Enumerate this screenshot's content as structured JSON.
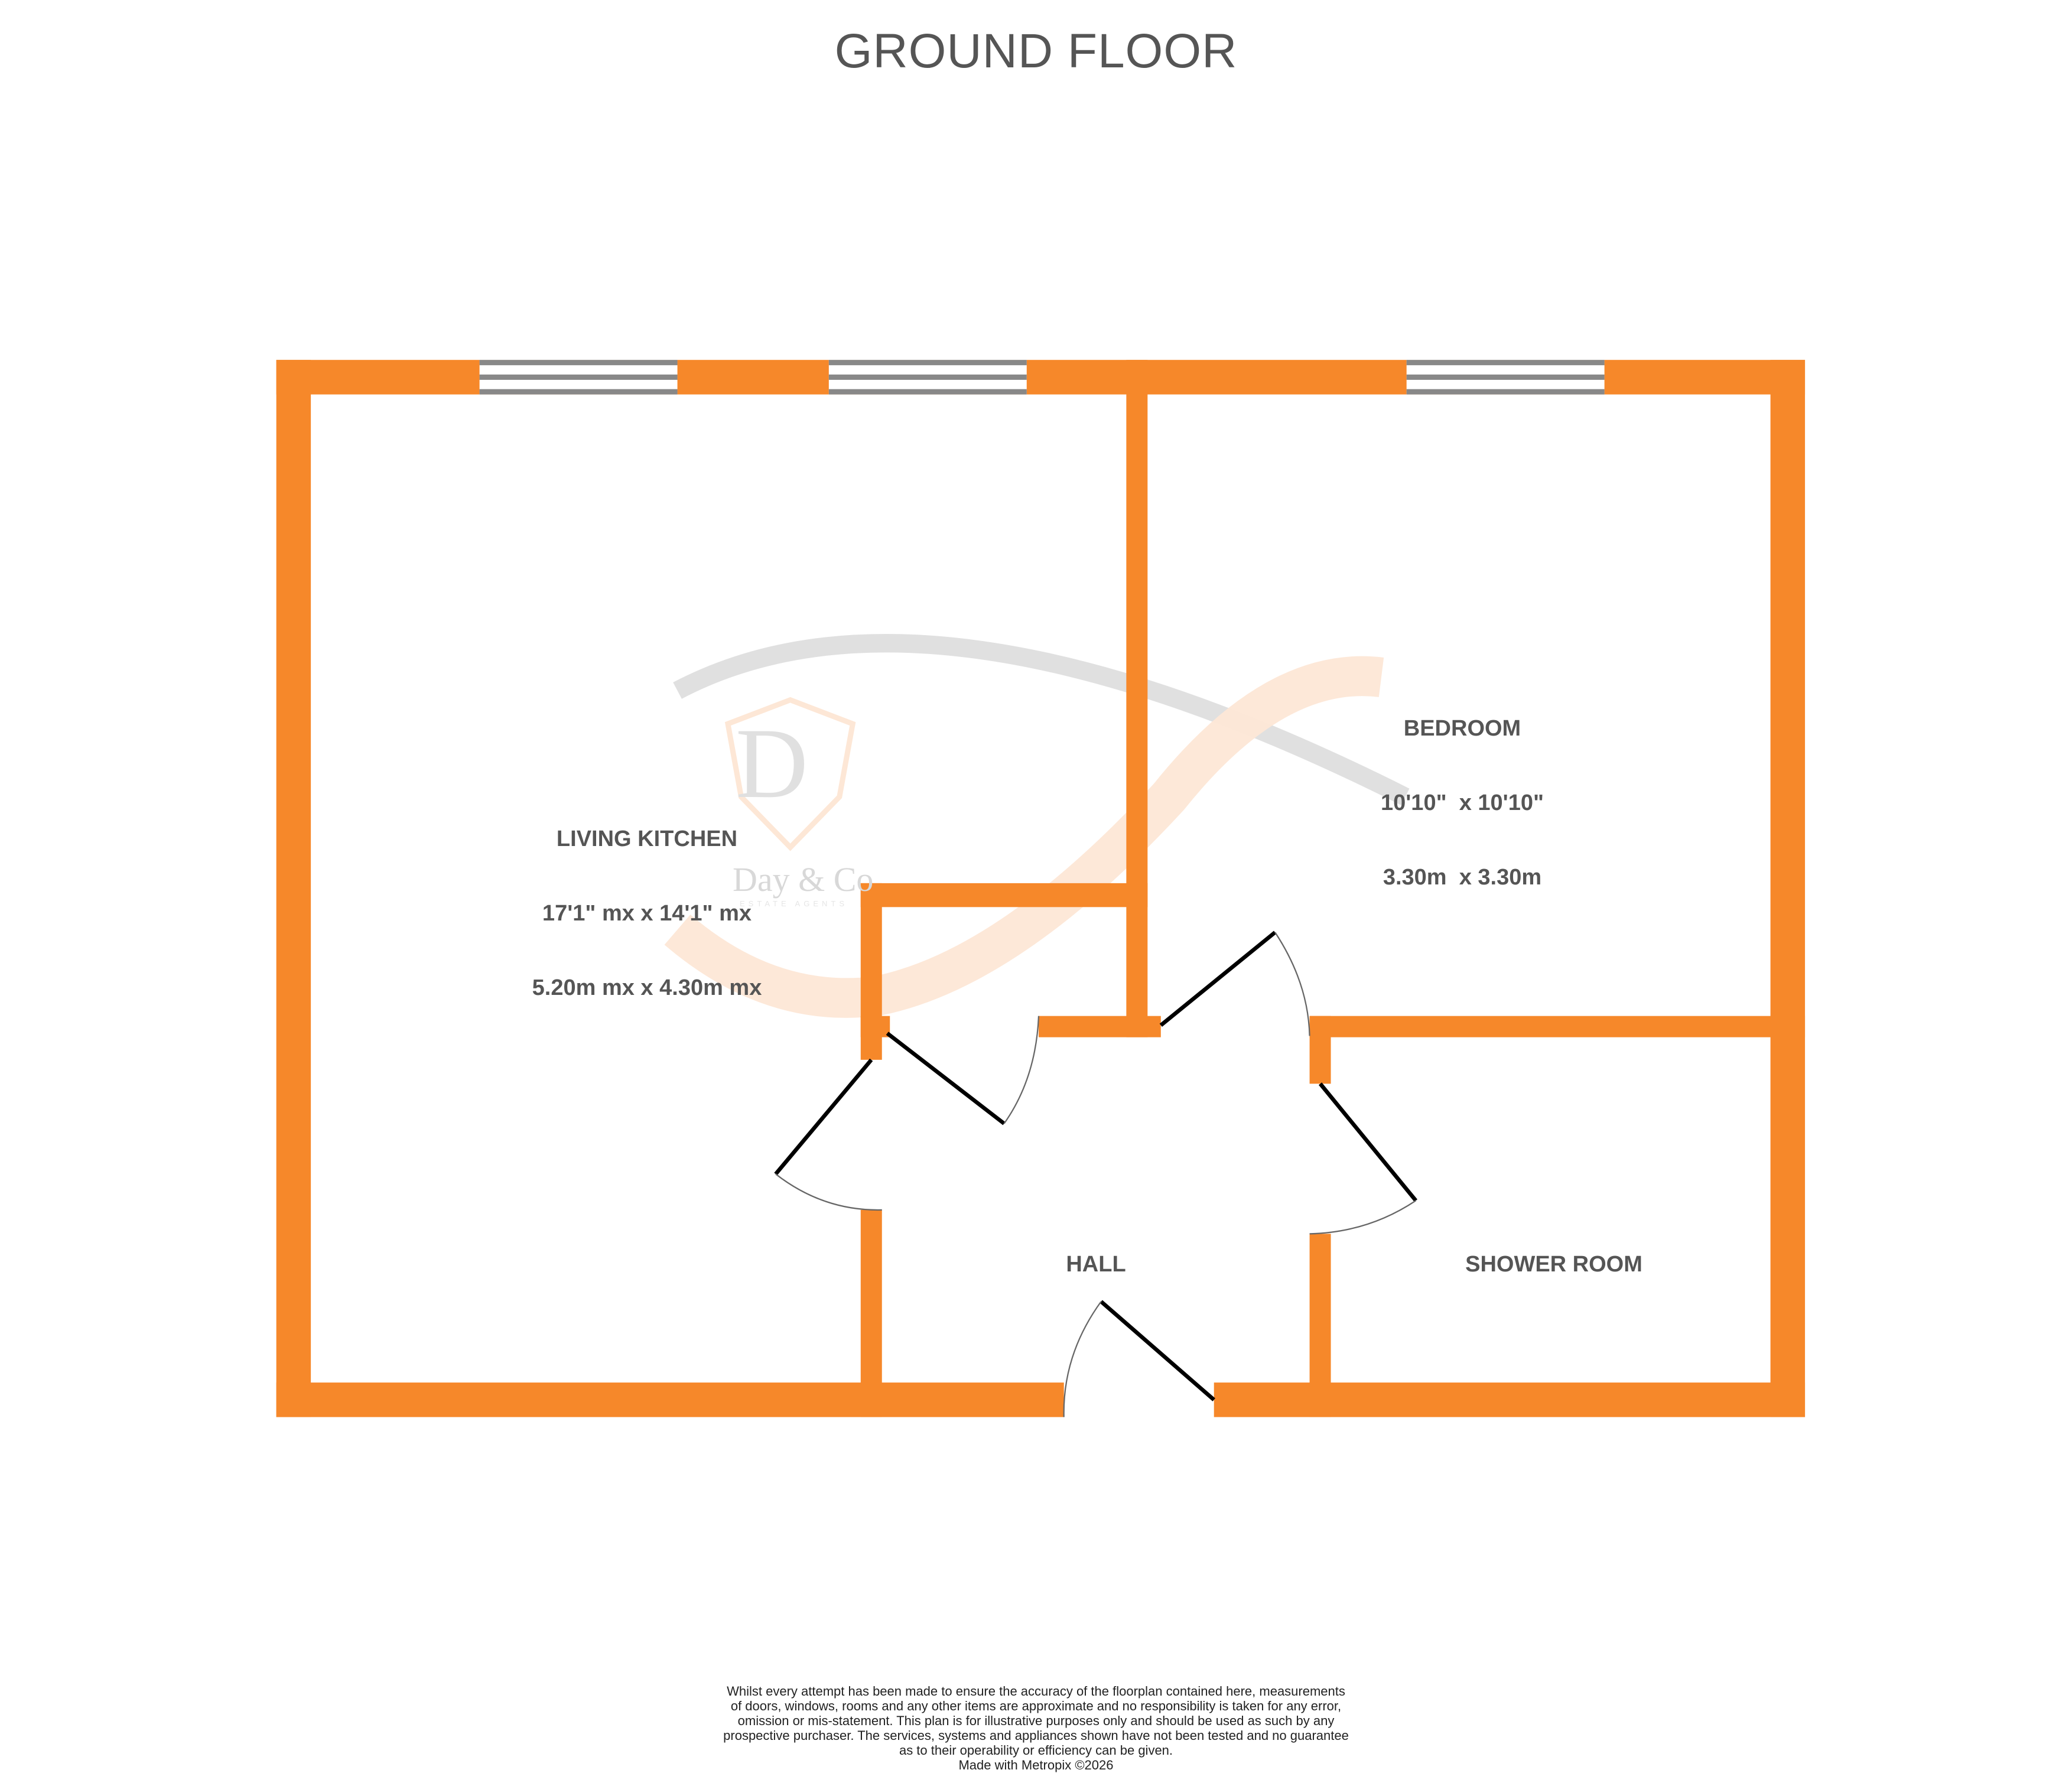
{
  "title": "GROUND FLOOR",
  "colors": {
    "wall": "#F6882A",
    "window": "#888888",
    "door": "#000000",
    "text": "#555555",
    "watermark_grey": "#E0E0E0",
    "watermark_orange": "#FDE7D6"
  },
  "rooms": [
    {
      "name": "LIVING KITCHEN",
      "dim_imperial": "17'1\" mx x 14'1\" mx",
      "dim_metric": "5.20m mx x 4.30m mx"
    },
    {
      "name": "BEDROOM",
      "dim_imperial": "10'10\"  x 10'10\"",
      "dim_metric": "3.30m  x 3.30m"
    },
    {
      "name": "HALL"
    },
    {
      "name": "SHOWER ROOM"
    }
  ],
  "watermark": {
    "letter": "D",
    "brand": "Day & Co",
    "tagline": "ESTATE AGENTS"
  },
  "disclaimer": {
    "lines": [
      "Whilst every attempt has been made to ensure the accuracy of the floorplan contained here, measurements",
      "of doors, windows, rooms and any other items are approximate and no responsibility is taken for any error,",
      "omission or mis-statement. This plan is for illustrative purposes only and should be used as such by any",
      "prospective purchaser. The services, systems and appliances shown have not been tested and no guarantee",
      "as to their operability or efficiency can be given."
    ],
    "credit": "Made with Metropix ©2026"
  }
}
